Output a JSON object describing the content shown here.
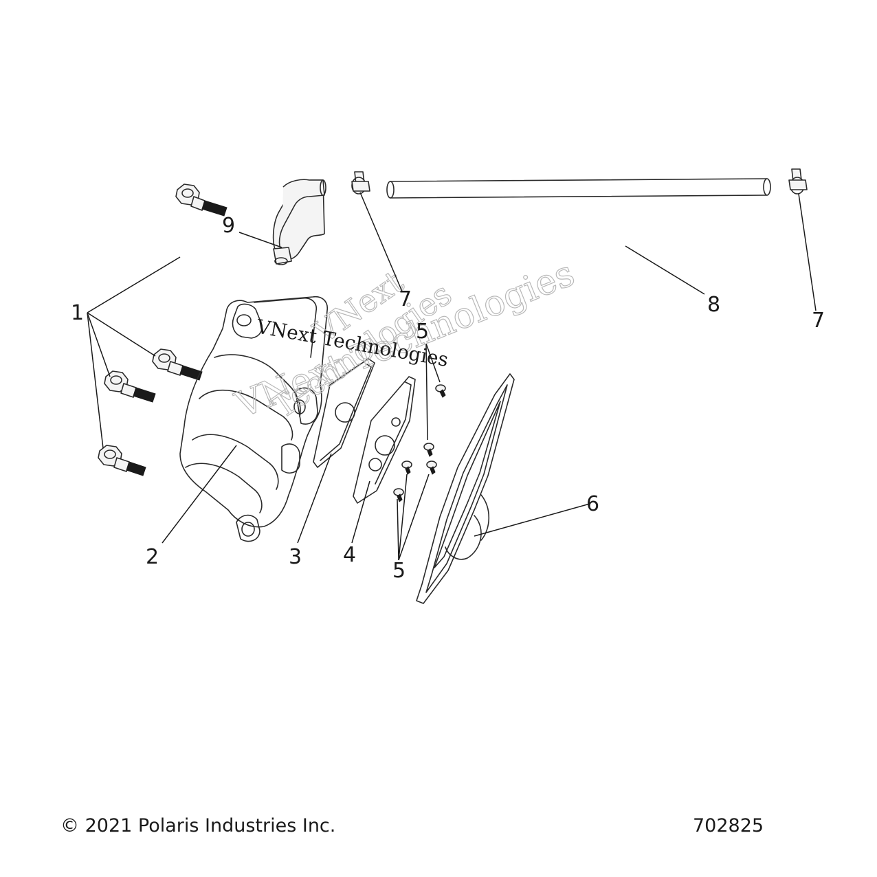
{
  "diagram": {
    "callouts": [
      {
        "id": "c1",
        "label": "1"
      },
      {
        "id": "c2",
        "label": "2"
      },
      {
        "id": "c3",
        "label": "3"
      },
      {
        "id": "c4",
        "label": "4"
      },
      {
        "id": "c5a",
        "label": "5"
      },
      {
        "id": "c5b",
        "label": "5"
      },
      {
        "id": "c6",
        "label": "6"
      },
      {
        "id": "c7a",
        "label": "7"
      },
      {
        "id": "c7b",
        "label": "7"
      },
      {
        "id": "c8",
        "label": "8"
      },
      {
        "id": "c9",
        "label": "9"
      }
    ],
    "watermark": {
      "text_main": "VNext Technologies",
      "text_line1": "VNext",
      "text_line2": "Technologies"
    }
  },
  "footer": {
    "copyright": "© 2021 Polaris Industries Inc.",
    "diagram_number": "702825"
  }
}
